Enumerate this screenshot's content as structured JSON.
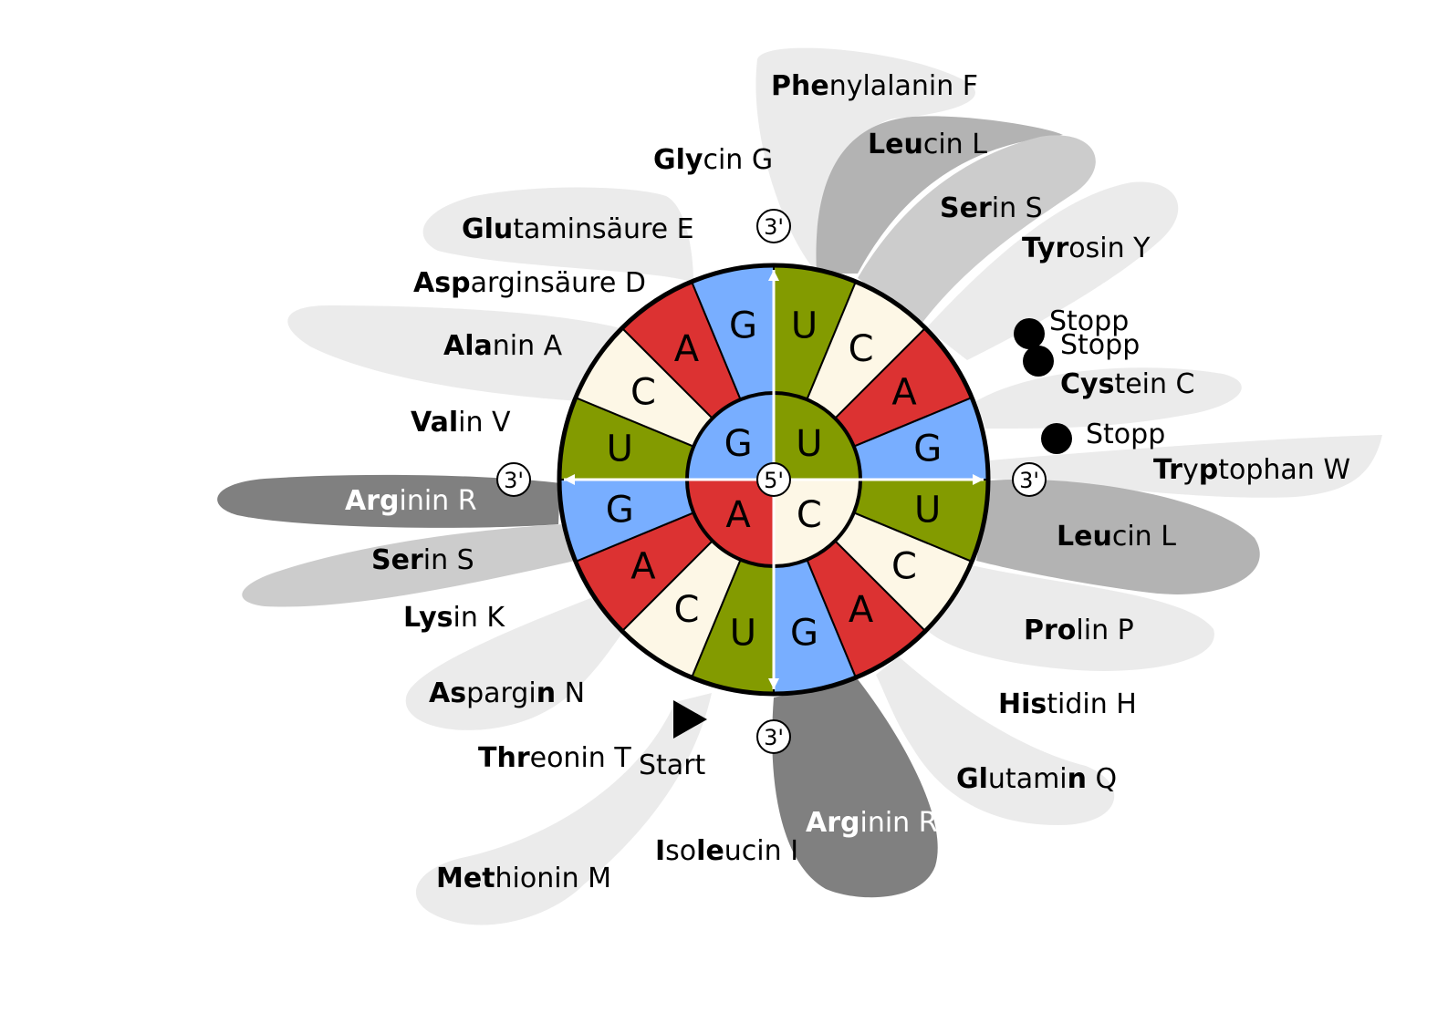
{
  "colors": {
    "U": "#839b00",
    "C": "#fdf7e6",
    "A": "#dc3232",
    "G": "#78aeff",
    "petal_light": "#ebebeb",
    "petal_mid": "#cccccc",
    "petal_mid2": "#b3b3b3",
    "petal_dark": "#808080"
  },
  "wheel": {
    "inner": [
      "U",
      "C",
      "A",
      "G"
    ],
    "middle": [
      "U",
      "C",
      "A",
      "G",
      "U",
      "C",
      "A",
      "G",
      "U",
      "C",
      "A",
      "G",
      "U",
      "C",
      "A",
      "G"
    ],
    "center_label": "5'",
    "end_label": "3'"
  },
  "amino_acids": [
    {
      "id": "phe",
      "bold": "Phe",
      "rest": "nylalanin F",
      "white": false
    },
    {
      "id": "leu-top",
      "bold": "Leu",
      "rest": "cin L",
      "white": false
    },
    {
      "id": "ser-top",
      "bold": "Ser",
      "rest": "in S",
      "white": false
    },
    {
      "id": "tyr",
      "bold": "Tyr",
      "rest": "osin Y",
      "white": false
    },
    {
      "id": "cys",
      "bold": "Cys",
      "rest": "tein C",
      "white": false
    },
    {
      "id": "trp",
      "bold": "Tr",
      "mid": "y",
      "bold2": "p",
      "rest": "tophan W",
      "white": false
    },
    {
      "id": "leu-right",
      "bold": "Leu",
      "rest": "cin L",
      "white": false
    },
    {
      "id": "pro",
      "bold": "Pro",
      "rest": "lin P",
      "white": false
    },
    {
      "id": "his",
      "bold": "His",
      "rest": "tidin H",
      "white": false
    },
    {
      "id": "gln",
      "bold": "Gl",
      "mid": "utami",
      "bold2": "n",
      "rest": " Q",
      "white": false
    },
    {
      "id": "arg-bottom",
      "bold": "Arg",
      "rest": "inin R",
      "white": true
    },
    {
      "id": "ile",
      "bold": "I",
      "mid": "so",
      "bold2": "le",
      "rest": "ucin I",
      "white": false
    },
    {
      "id": "met",
      "bold": "Met",
      "rest": "hionin M",
      "white": false
    },
    {
      "id": "thr",
      "bold": "Thr",
      "rest": "eonin T",
      "white": false
    },
    {
      "id": "asn",
      "bold": "As",
      "mid": "pargi",
      "bold2": "n",
      "rest": " N",
      "white": false
    },
    {
      "id": "lys",
      "bold": "Lys",
      "rest": "in K",
      "white": false
    },
    {
      "id": "ser-left",
      "bold": "Ser",
      "rest": "in S",
      "white": false
    },
    {
      "id": "arg-left",
      "bold": "Arg",
      "rest": "inin R",
      "white": true
    },
    {
      "id": "val",
      "bold": "Val",
      "rest": "in V",
      "white": false
    },
    {
      "id": "ala",
      "bold": "Ala",
      "rest": "nin A",
      "white": false
    },
    {
      "id": "asp",
      "bold": "Asp",
      "rest": "arginsäure D",
      "white": false
    },
    {
      "id": "glu",
      "bold": "Glu",
      "rest": "taminsäure E",
      "white": false
    },
    {
      "id": "gly",
      "bold": "Gly",
      "rest": "cin G",
      "white": false
    }
  ],
  "stops": [
    "Stopp",
    "Stopp",
    "Stopp"
  ],
  "start_label": "Start"
}
